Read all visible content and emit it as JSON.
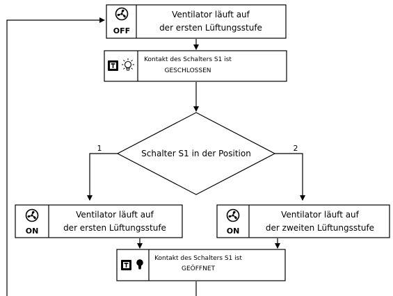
{
  "steps": {
    "s1": {
      "line1": "Ventilator läuft auf",
      "line2": "der ersten Lüftungsstufe",
      "badge": "OFF",
      "icon": "fan-off-icon"
    },
    "s2": {
      "line1": "Kontakt des Schalters S1 ist",
      "line2": "GESCHLOSSEN",
      "icon": "bulb-off-icon"
    },
    "decision": {
      "label": "Schalter S1 in der Position",
      "left": "1",
      "right": "2"
    },
    "s3": {
      "line1": "Ventilator läuft auf",
      "line2": "der ersten Lüftungsstufe",
      "badge": "ON",
      "icon": "fan-on-icon"
    },
    "s4": {
      "line1": "Ventilator läuft auf",
      "line2": "der zweiten Lüftungsstufe",
      "badge": "ON",
      "icon": "fan-on-icon"
    },
    "s5": {
      "line1": "Kontakt des Schalters S1 ist",
      "line2": "GEÖFFNET",
      "icon": "bulb-on-icon"
    }
  }
}
